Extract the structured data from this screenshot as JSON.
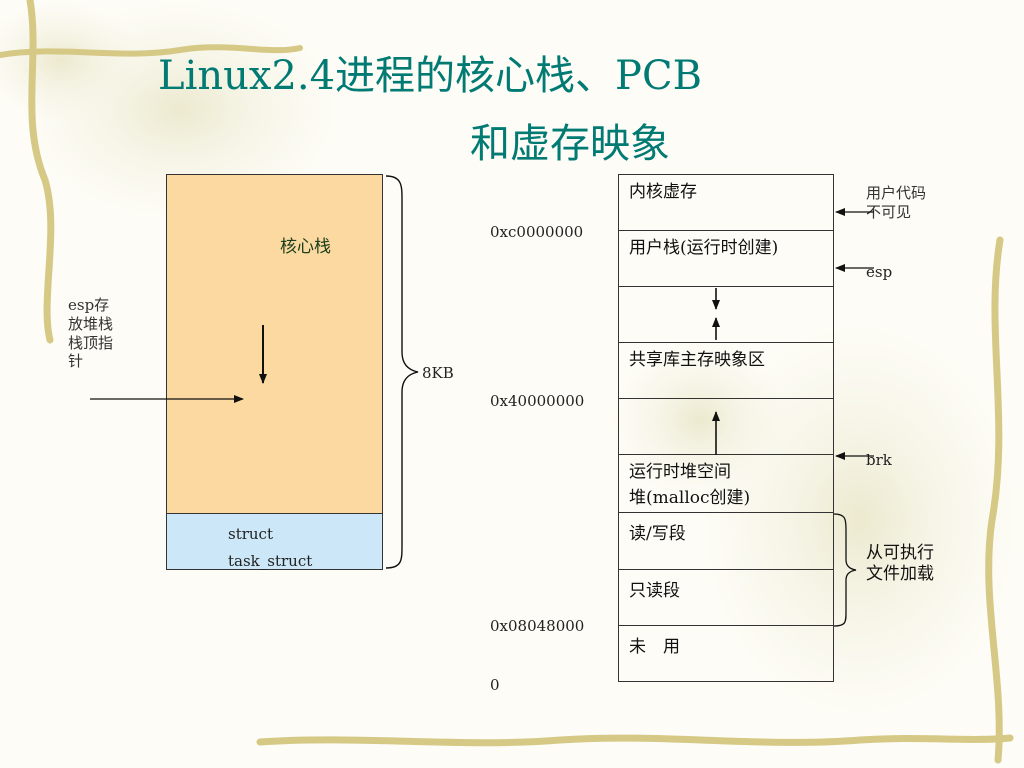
{
  "title": {
    "line1": "Linux2.4进程的核心栈、PCB",
    "line2": "和虚存映象"
  },
  "kernel_stack": {
    "stack_label": "核心栈",
    "task_struct_line1": "struct",
    "task_struct_line2": "task_struct",
    "esp_note": [
      "esp存",
      "放堆栈",
      "栈顶指",
      "针"
    ],
    "size_label": "8KB",
    "colors": {
      "stack": "#fbd9a0",
      "task_struct": "#cce8f8"
    }
  },
  "memory_map": {
    "rows": [
      {
        "label": "内核虚存"
      },
      {
        "label": "用户栈(运行时创建)"
      },
      {
        "label": ""
      },
      {
        "label": "共享库主存映象区"
      },
      {
        "label": ""
      },
      {
        "label": "运行时堆空间",
        "label2": "堆(malloc创建)"
      },
      {
        "label": "读/写段"
      },
      {
        "label": "只读段"
      },
      {
        "label": "未　用"
      }
    ],
    "addresses": {
      "kernel": "0xc0000000",
      "shared": "0x40000000",
      "program": "0x08048000",
      "zero": "0"
    },
    "pointers": {
      "kernel_note_line1": "用户代码",
      "kernel_note_line2": "不可见",
      "esp": "esp",
      "brk": "brk"
    },
    "loaded_from": {
      "line1": "从可执行",
      "line2": "文件加载"
    }
  },
  "colors": {
    "title": "#007a73",
    "accent_vine": "#d8cc8a"
  }
}
